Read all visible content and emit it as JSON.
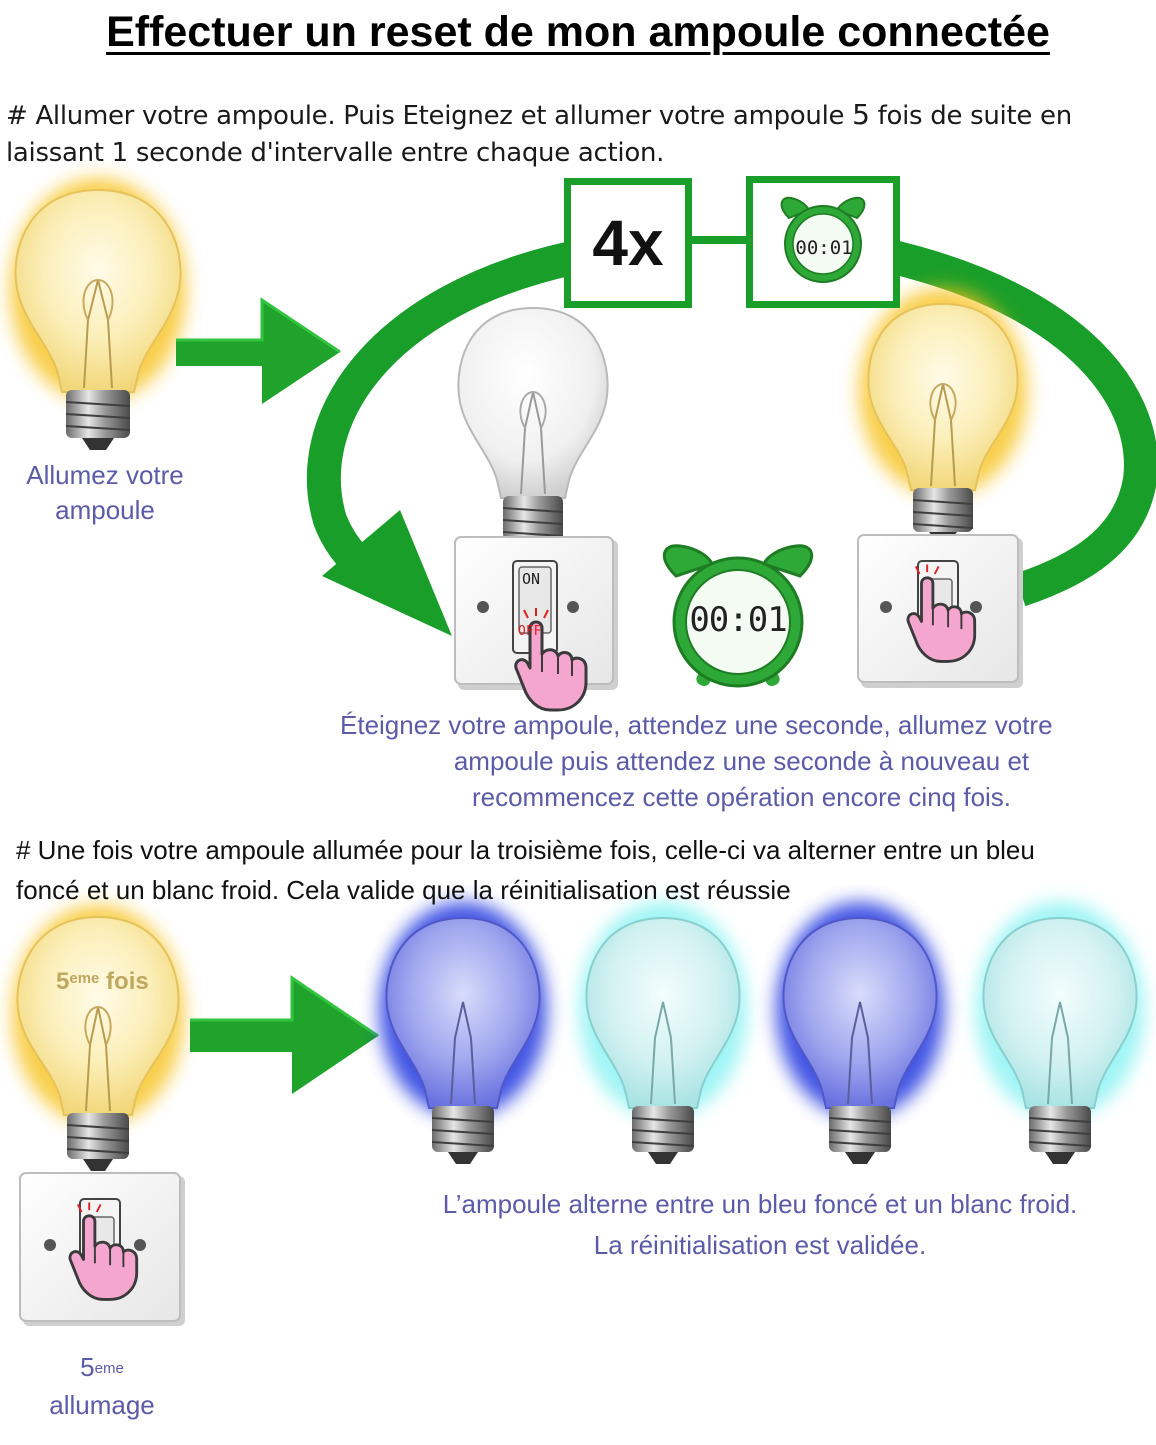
{
  "title": "Effectuer un reset de mon ampoule connectée",
  "intro": {
    "line1_before": "# Allumer votre ampoule. Puis Eteignez et allumer votre ampoule ",
    "line1_number": "5",
    "line1_after": " fois de suite en",
    "line2": "laissant 1 seconde d'intervalle entre chaque action."
  },
  "step1": {
    "line1": "Allumez votre",
    "line2": "ampoule"
  },
  "loop": {
    "count": "4x",
    "timer_small": "00:01",
    "timer_large": "00:01",
    "switch_on": "ON",
    "switch_off": "OFF"
  },
  "step2": {
    "line1": "Éteignez votre ampoule, attendez une seconde, allumez votre",
    "line2": "ampoule puis attendez une seconde à nouveau et",
    "line3": "recommencez cette opération encore cinq fois."
  },
  "result_para": {
    "line1": "# Une fois votre ampoule allumée pour la troisième fois, celle-ci va alterner entre un bleu",
    "line2": "foncé et un blanc froid. Cela valide que la réinitialisation est réussie"
  },
  "fifth_bulb_label": {
    "number": "5",
    "sup": "eme",
    "word": " fois"
  },
  "fifth_switch": {
    "number": "5",
    "sup": "eme",
    "word": "allumage"
  },
  "final": {
    "line1": "L’ampoule alterne entre un bleu foncé et un blanc froid.",
    "line2": "La réinitialisation est validée."
  },
  "colors": {
    "green": "#1a9e2a",
    "caption": "#5b5ba8",
    "warm_glow": "#f7c21c",
    "blue_glow": "#2438e0",
    "cyan_glow": "#8ef3f3"
  },
  "icons": [
    "light-bulb-icon",
    "arrow-icon",
    "alarm-clock-icon",
    "wall-switch-icon",
    "pointing-hand-icon"
  ]
}
